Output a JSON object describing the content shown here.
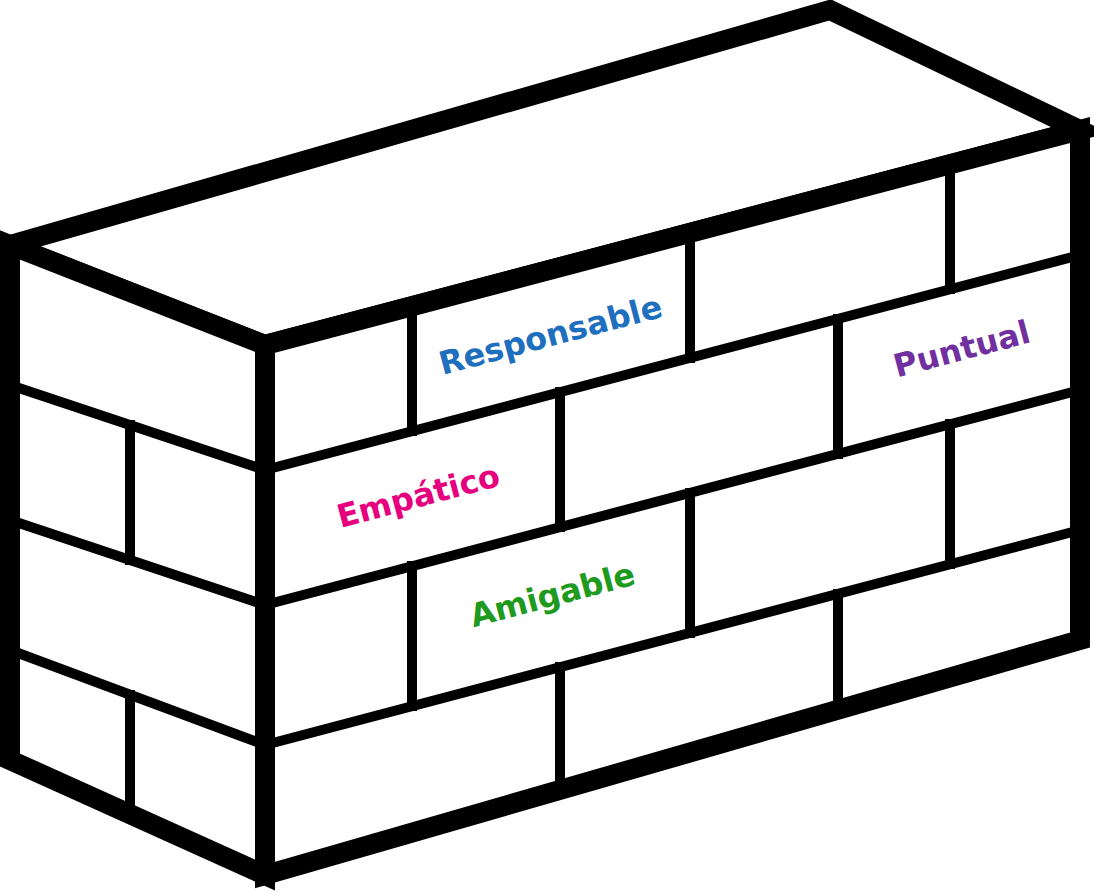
{
  "diagram": {
    "nodes": [
      {
        "text": [
          "Responsable"
        ]
      },
      {
        "text": [
          "Puntual"
        ]
      },
      {
        "text": [
          "Empático"
        ]
      },
      {
        "text": [
          "Amigable"
        ]
      }
    ]
  }
}
